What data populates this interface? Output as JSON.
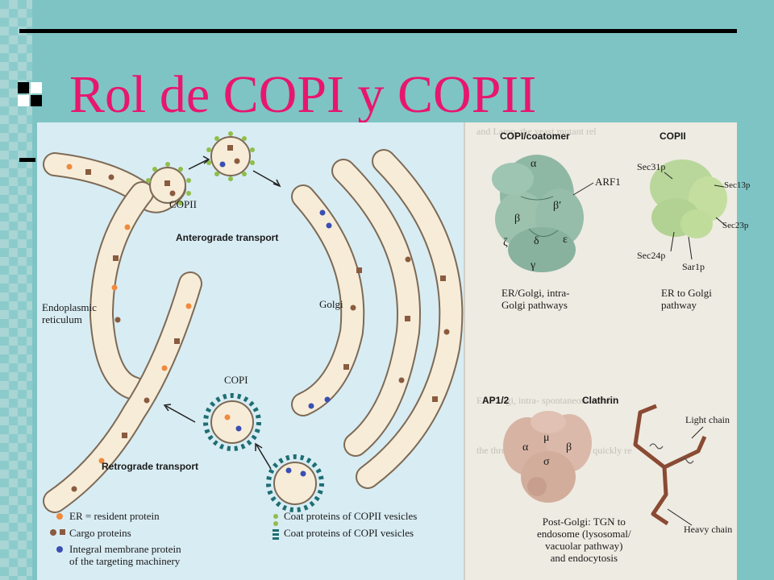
{
  "slide": {
    "title": "Rol de COPI y COPII",
    "colors": {
      "title": "#e8166e",
      "background": "#7fc4c4"
    }
  },
  "left_figure": {
    "labels": {
      "copii": "COPII",
      "anterograde": "Anterograde transport",
      "er": "Endoplasmic\nreticulum",
      "golgi": "Golgi",
      "copi": "COPI",
      "retrograde": "Retrograde transport"
    },
    "legend": [
      {
        "marker": "orange-dot",
        "text": "ER = resident protein"
      },
      {
        "marker": "brown-dots",
        "text": "Cargo proteins"
      },
      {
        "marker": "blue-dot",
        "text": "Integral membrane protein\nof the targeting machinery"
      },
      {
        "marker": "green-dots",
        "text": "Coat proteins of COPII vesicles"
      },
      {
        "marker": "teal-bars",
        "text": "Coat proteins of COPI vesicles"
      }
    ]
  },
  "right_figure": {
    "copi_panel": {
      "title": "COPI/coatomer",
      "subunits": [
        "α",
        "β",
        "β′",
        "ζ",
        "δ",
        "ε",
        "γ"
      ],
      "label_arf": "ARF1",
      "caption": "ER/Golgi, intra-\nGolgi pathways"
    },
    "copii_panel": {
      "title": "COPII",
      "labels": [
        "Sec31p",
        "Sec13p",
        "Sec23p",
        "Sec24p",
        "Sar1p"
      ],
      "caption": "ER to Golgi\npathway"
    },
    "ap_panel": {
      "title": "AP1/2",
      "subunits": [
        "α",
        "μ",
        "β",
        "σ"
      ]
    },
    "clathrin_panel": {
      "title": "Clathrin",
      "labels": [
        "Light chain",
        "Heavy chain"
      ],
      "caption": "Post-Golgi: TGN to\nendosome (lysosomal/\nvacuolar pathway)\nand endocytosis"
    }
  }
}
